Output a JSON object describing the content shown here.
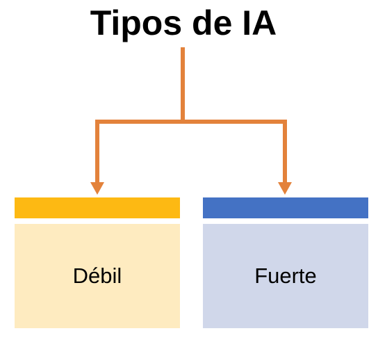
{
  "diagram": {
    "title": "Tipos de IA",
    "connector_color": "#E3823B",
    "nodes": [
      {
        "label": "Débil",
        "header_color": "#FDB913",
        "fill_color": "#FEEBC0"
      },
      {
        "label": "Fuerte",
        "header_color": "#4472C4",
        "fill_color": "#D0D7EA"
      }
    ]
  }
}
